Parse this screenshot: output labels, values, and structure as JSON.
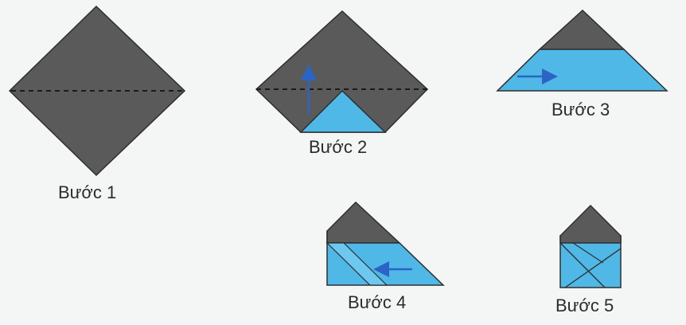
{
  "colors": {
    "paper_gray": "#5a5a5a",
    "paper_blue": "#4fb8e6",
    "edge": "#2e2e2e",
    "arrow": "#2b64c4",
    "background": "#f4f6f5"
  },
  "steps": [
    {
      "label": "Bước 1"
    },
    {
      "label": "Bước 2"
    },
    {
      "label": "Bước 3"
    },
    {
      "label": "Bước 4"
    },
    {
      "label": "Bước 5"
    }
  ]
}
